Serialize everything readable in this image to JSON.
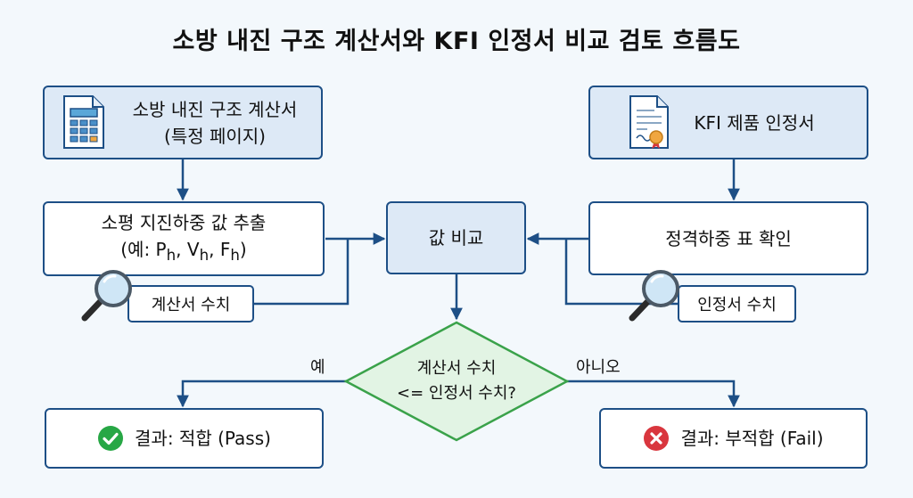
{
  "title": "소방 내진 구조 계산서와 KFI 인정서 비교 검토 흐름도",
  "source_calc": {
    "line1": "소방 내진 구조 계산서",
    "line2": "(특정 페이지)"
  },
  "source_kfi": {
    "label": "KFI 제품 인정서"
  },
  "extract": {
    "line1": "소평 지진하중 값 추출",
    "prefix": "(예: P",
    "v": ", V",
    "f": ", F",
    "suffix": ")",
    "sub": "h"
  },
  "rated": {
    "label": "정격하중 표 확인"
  },
  "compare": {
    "label": "값 비교"
  },
  "tag_calc": {
    "label": "계산서 수치"
  },
  "tag_kfi": {
    "label": "인정서 수치"
  },
  "decision": {
    "line1": "계산서 수치",
    "line2": "<= 인정서 수치?"
  },
  "branch_yes": "예",
  "branch_no": "아니오",
  "result_pass": {
    "label": "결과: 적합 (Pass)"
  },
  "result_fail": {
    "label": "결과: 부적합 (Fail)"
  },
  "colors": {
    "border": "#1d4f86",
    "box_fill": "#dde9f6",
    "decision_fill": "#e2f4e4",
    "decision_border": "#3aa24a",
    "pass": "#27a745",
    "fail": "#d9363e",
    "background": "#f3f8fc"
  },
  "icons": [
    "calculator-icon",
    "certificate-icon",
    "magnifier-icon",
    "check-circle-icon",
    "x-circle-icon"
  ]
}
